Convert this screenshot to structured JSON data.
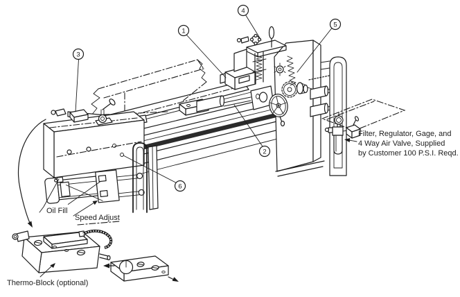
{
  "diagram": {
    "callouts": [
      {
        "number": "1"
      },
      {
        "number": "2"
      },
      {
        "number": "3"
      },
      {
        "number": "4"
      },
      {
        "number": "5"
      },
      {
        "number": "6"
      }
    ],
    "labels": {
      "oil_fill": "Oil Fill",
      "speed_adjust": "Speed Adjust",
      "thermo_block": "Thermo-Block (optional)"
    },
    "air_supply_note": {
      "line1": "Filter, Regulator, Gage, and",
      "line2": "4 Way Air Valve, Supplied",
      "line3": "by Customer 100 P.S.I. Reqd."
    },
    "colors": {
      "line": "#1c1c1c",
      "background": "#ffffff"
    }
  }
}
